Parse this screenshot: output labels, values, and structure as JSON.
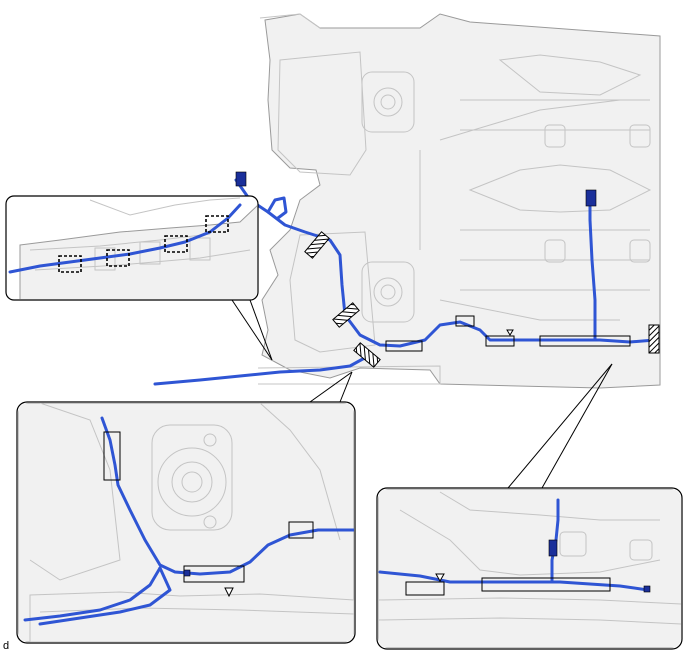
{
  "figure": {
    "label": "d"
  },
  "colors": {
    "harness": "#2f55d4",
    "harness_dark": "#1a2f9a",
    "body_fill": "#f1f1f1",
    "body_stroke": "#9a9a9a",
    "detail_stroke": "#c4c4c4",
    "clip_dashed": "#000000",
    "hatched_marker": "#000000",
    "callout_frame": "#000000"
  },
  "views": [
    {
      "name": "main-underbody-view"
    },
    {
      "name": "clip-detail-callout",
      "clips": 4
    },
    {
      "name": "center-detail-callout",
      "markers": [
        "box",
        "box",
        "box",
        "triangle"
      ]
    },
    {
      "name": "rear-right-detail-callout",
      "markers": [
        "box",
        "box",
        "triangle"
      ]
    }
  ],
  "icons": [
    "hatched-tape-marker-icon",
    "dashed-clip-box-icon",
    "triangle-marker-icon",
    "connector-icon"
  ]
}
